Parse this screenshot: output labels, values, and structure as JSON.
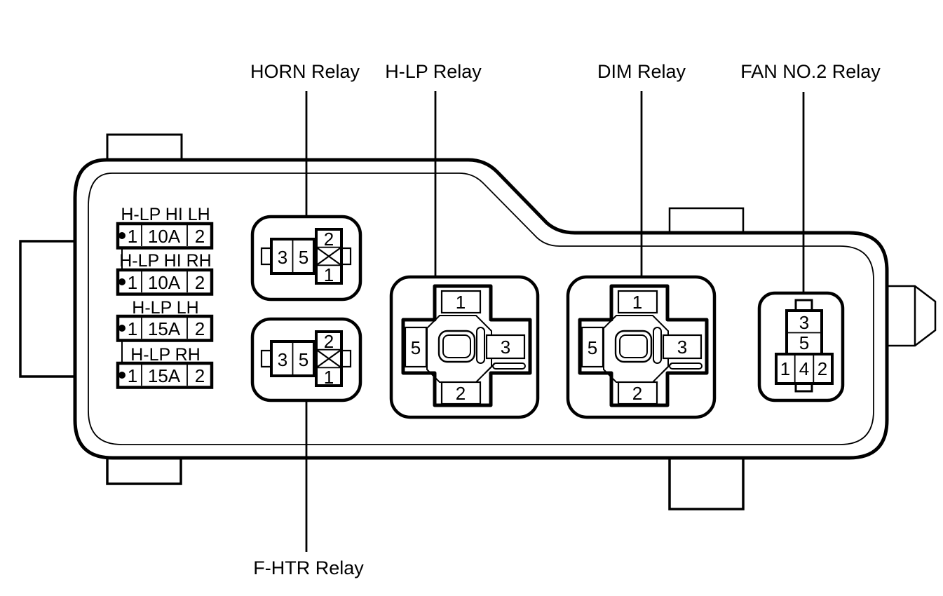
{
  "colors": {
    "line": "#000000",
    "background": "#ffffff"
  },
  "header_labels": {
    "horn": "HORN Relay",
    "hlp": "H-LP Relay",
    "dim": "DIM Relay",
    "fan": "FAN NO.2 Relay"
  },
  "footer_labels": {
    "fhtr": "F-HTR Relay"
  },
  "fuses": [
    {
      "name": "H-LP HI LH",
      "pin_left": "1",
      "rating": "10A",
      "pin_right": "2"
    },
    {
      "name": "H-LP HI RH",
      "pin_left": "1",
      "rating": "10A",
      "pin_right": "2"
    },
    {
      "name": "H-LP LH",
      "pin_left": "1",
      "rating": "15A",
      "pin_right": "2"
    },
    {
      "name": "H-LP RH",
      "pin_left": "1",
      "rating": "15A",
      "pin_right": "2"
    }
  ],
  "relays": {
    "horn": {
      "p3": "3",
      "p5": "5",
      "p2": "2",
      "p1": "1"
    },
    "fhtr": {
      "p3": "3",
      "p5": "5",
      "p2": "2",
      "p1": "1"
    },
    "hlp": {
      "p1": "1",
      "p2": "2",
      "p3": "3",
      "p5": "5"
    },
    "dim": {
      "p1": "1",
      "p2": "2",
      "p3": "3",
      "p5": "5"
    },
    "fan": {
      "p3": "3",
      "p5": "5",
      "p1": "1",
      "p4": "4",
      "p2": "2"
    }
  }
}
